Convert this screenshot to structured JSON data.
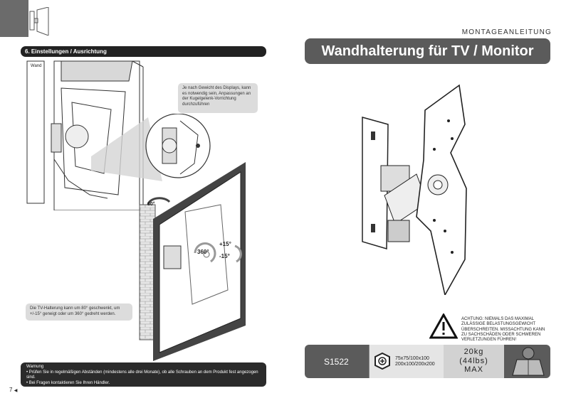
{
  "left_page": {
    "section_title": "6. Einstellungen / Ausrichtung",
    "wall_label": "Wand",
    "note_weight": "Je nach Gewicht des Displays, kann es notwendig sein, Anpassungen an der Kugelgelenk-Vorrichtung durchzuführen",
    "note_tilt": "Die TV-Halterung kann um 80° geschwenkt, um +/-15° geneigt oder um 360° gedreht werden.",
    "warning_title": "Warnung",
    "warning_line1": "• Prüfen Sie in regelmäßigen Abständen (mindestens alle drei Monate), ob alle Schrauben an dem Produkt fest angezogen sind.",
    "warning_line2": "• Bei Fragen kontaktieren Sie Ihren Händler.",
    "page_number": "7",
    "angle_swivel": "80°",
    "angle_rotate": "360°",
    "angle_tilt_up": "+15°",
    "angle_tilt_down": "-15°"
  },
  "right_page": {
    "manual_label": "MONTAGEANLEITUNG",
    "title": "Wandhalterung für TV / Monitor",
    "caution": "ACHTUNG: NIEMALS DAS MAXIMAL ZULÄSSIGE BELASTUNGSGEWICHT ÜBERSCHREITEN. MISSACHTUNG KANN ZU SACHSCHÄDEN ODER SCHWEREN VERLETZUNGEN FÜHREN!",
    "spec": {
      "model": "S1522",
      "vesa_line1": "75x75/100x100",
      "vesa_line2": "200x100/200x200",
      "weight_kg": "20kg",
      "weight_lbs": "(44lbs)",
      "weight_max": "MAX"
    }
  },
  "colors": {
    "dark_bar": "#222222",
    "title_bar": "#5b5b5b",
    "note_bg": "#dcdcdc"
  },
  "icons": [
    "mount-logo-icon",
    "warning-triangle-icon",
    "vesa-screw-icon",
    "weight-icon",
    "arrow-icon"
  ]
}
